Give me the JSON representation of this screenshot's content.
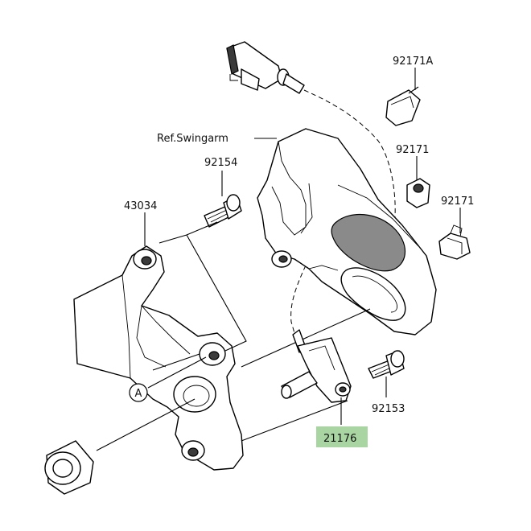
{
  "labels": {
    "ref_swingarm": "Ref.Swingarm",
    "p92171A": "92171A",
    "p92171_a": "92171",
    "p92171_b": "92171",
    "p92154": "92154",
    "p43034": "43034",
    "p92153": "92153",
    "p21176": "21176",
    "callout_a": "A"
  },
  "colors": {
    "highlight_box": "#a8d5a2",
    "line": "#000000"
  }
}
